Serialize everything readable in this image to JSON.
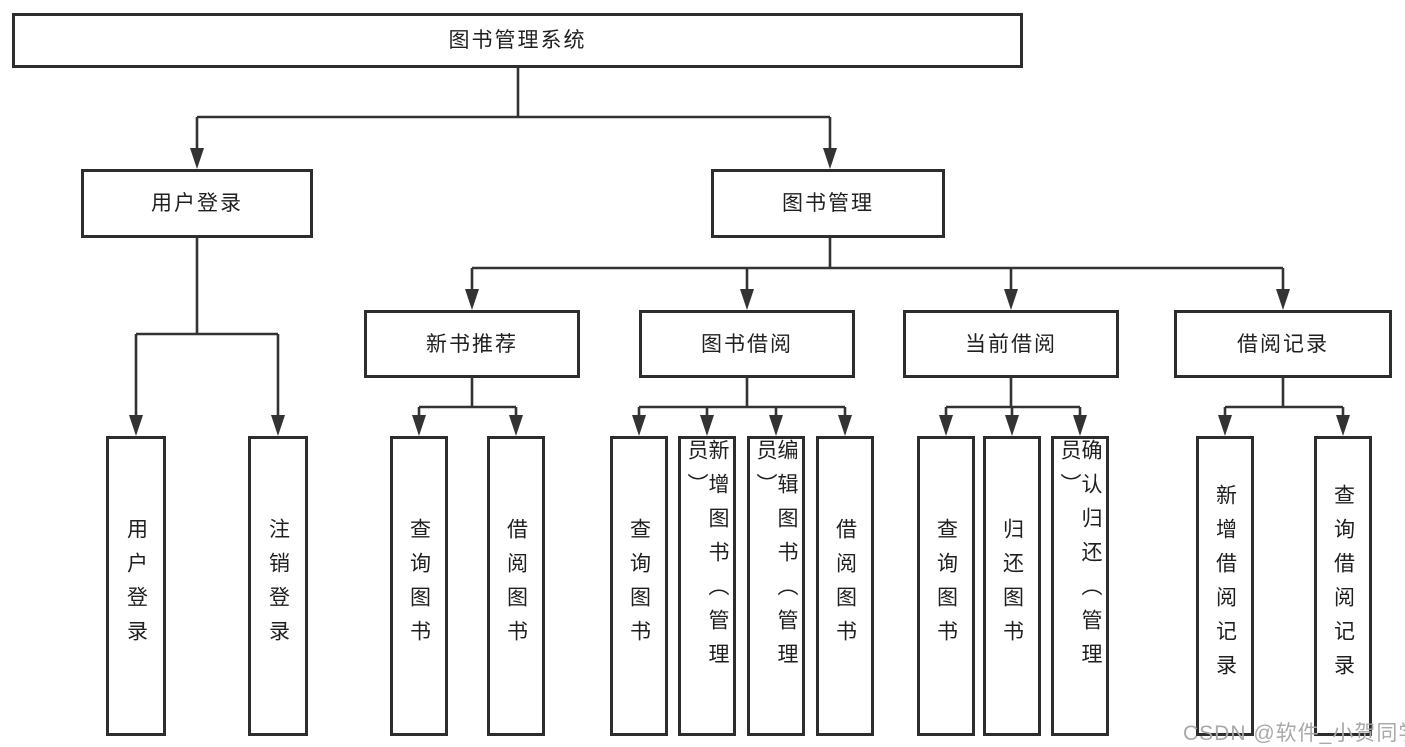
{
  "tree": {
    "root": {
      "label": "图书管理系统",
      "children": [
        {
          "label": "用户登录",
          "children": [
            {
              "label": "用户登录"
            },
            {
              "label": "注销登录"
            }
          ]
        },
        {
          "label": "图书管理",
          "children": [
            {
              "label": "新书推荐",
              "children": [
                {
                  "label": "查询图书"
                },
                {
                  "label": "借阅图书"
                }
              ]
            },
            {
              "label": "图书借阅",
              "children": [
                {
                  "label": "查询图书"
                },
                {
                  "label": "新增图书（管理员）"
                },
                {
                  "label": "编辑图书（管理员）"
                },
                {
                  "label": "借阅图书"
                }
              ]
            },
            {
              "label": "当前借阅",
              "children": [
                {
                  "label": "查询图书"
                },
                {
                  "label": "归还图书"
                },
                {
                  "label": "确认归还（管理员）"
                }
              ]
            },
            {
              "label": "借阅记录",
              "children": [
                {
                  "label": "新增借阅记录"
                },
                {
                  "label": "查询借阅记录"
                }
              ]
            }
          ]
        }
      ]
    }
  },
  "watermark": {
    "text": "CSDN @软件_小贺同学"
  },
  "colors": {
    "line": "#333333",
    "box_border": "#2d2d2d",
    "box_fill": "#ffffff",
    "text": "#1f1f1f",
    "watermark": "#a9a9a9",
    "background": "#ffffff"
  }
}
